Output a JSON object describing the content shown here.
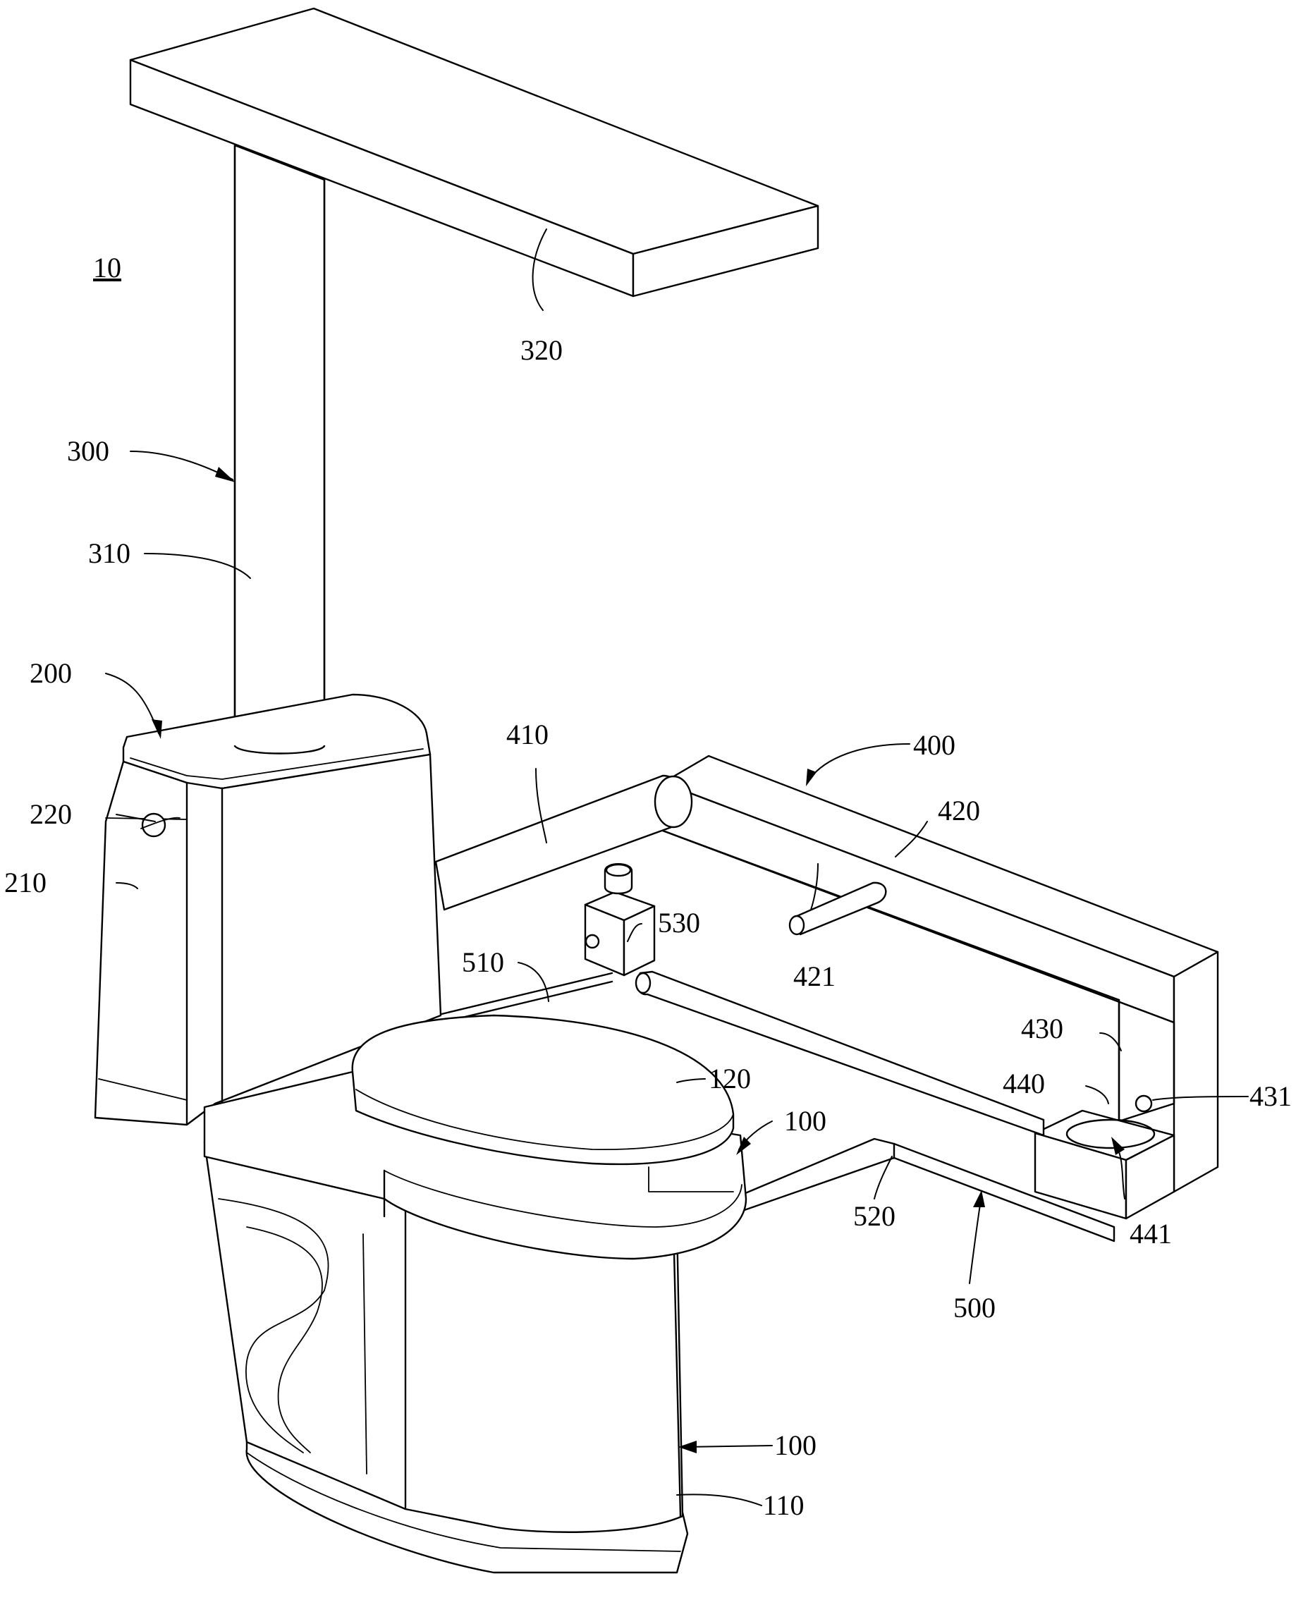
{
  "figure_number": "10",
  "labels": {
    "l320": "320",
    "l300": "300",
    "l310": "310",
    "l200": "200",
    "l220": "220",
    "l210": "210",
    "l410": "410",
    "l400": "400",
    "l420": "420",
    "l530": "530",
    "l421": "421",
    "l510": "510",
    "l430": "430",
    "l440": "440",
    "l431": "431",
    "l120": "120",
    "l100a": "100",
    "l441": "441",
    "l520": "520",
    "l500": "500",
    "l100b": "100",
    "l110": "110"
  }
}
